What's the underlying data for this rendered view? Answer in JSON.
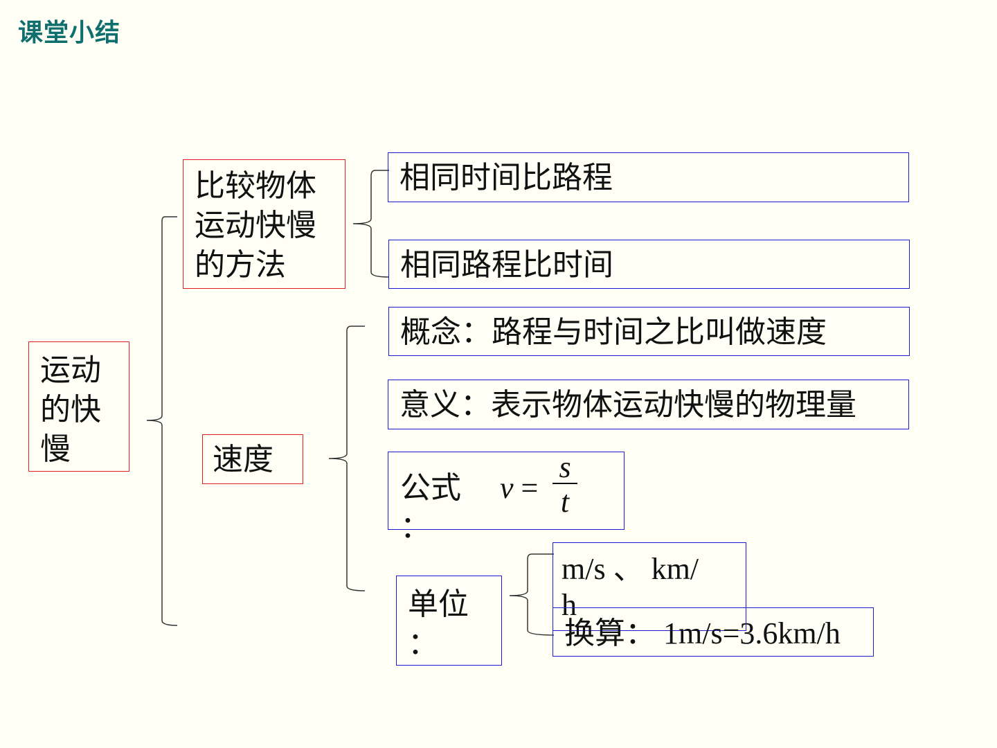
{
  "heading": "课堂小结",
  "root": "运动\n的快\n慢",
  "methods": {
    "label": "比较物体\n运动快慢\n的方法",
    "items": [
      "相同时间比路程",
      "相同路程比时间"
    ]
  },
  "speed": {
    "label": "速度",
    "concept": "概念：路程与时间之比叫做速度",
    "meaning": "意义：表示物体运动快慢的物理量",
    "formula_label": "公式\n：",
    "formula_lhs": "v",
    "formula_eq": "=",
    "formula_num": "s",
    "formula_den": "t",
    "unit_label": "单位\n：",
    "units": "m/s 、   km/\nh",
    "conversion": "换算：  1m/s=3.6km/h"
  },
  "colors": {
    "heading": "#0F6E6E",
    "red_box": "#E02020",
    "blue_box": "#1A1AD0",
    "background": "#FFFFF5"
  }
}
